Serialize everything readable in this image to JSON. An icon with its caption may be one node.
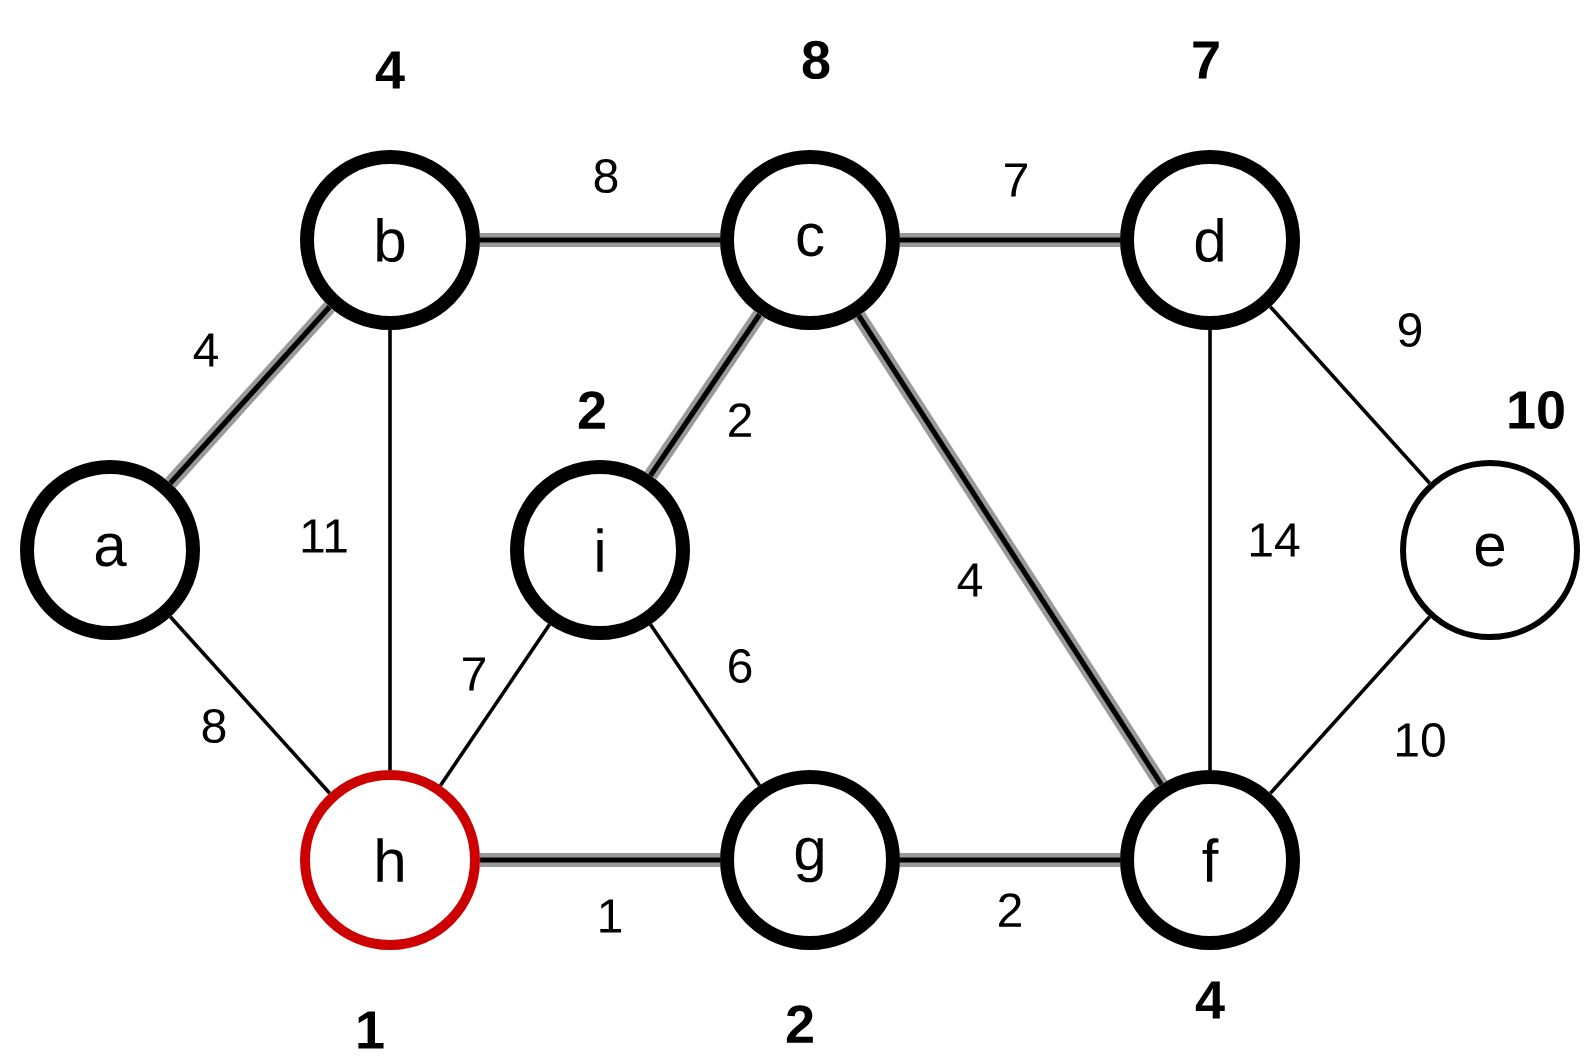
{
  "diagram": {
    "nodes": [
      {
        "text": [
          "a"
        ]
      },
      {
        "text": [
          "b"
        ],
        "beside": [
          "4"
        ]
      },
      {
        "text": [
          "c"
        ],
        "beside": [
          "8"
        ]
      },
      {
        "text": [
          "d"
        ],
        "beside": [
          "7"
        ]
      },
      {
        "text": [
          "i"
        ],
        "beside": [
          "2"
        ]
      },
      {
        "text": [
          "e"
        ],
        "beside": [
          "10"
        ]
      },
      {
        "text": [
          "h"
        ],
        "beside": [
          "1"
        ]
      },
      {
        "text": [
          "g"
        ],
        "beside": [
          "2"
        ]
      },
      {
        "text": [
          "f"
        ],
        "beside": [
          "4"
        ]
      }
    ],
    "edges": [
      {
        "from": 0,
        "to": 1,
        "arrow": "none",
        "label": "4",
        "style": "thick"
      },
      {
        "from": 1,
        "to": 2,
        "arrow": "none",
        "label": "8",
        "style": "thick"
      },
      {
        "from": 2,
        "to": 3,
        "arrow": "none",
        "label": "7",
        "style": "thick"
      },
      {
        "from": 2,
        "to": 4,
        "arrow": "none",
        "label": "2",
        "style": "thick"
      },
      {
        "from": 2,
        "to": 8,
        "arrow": "none",
        "label": "4",
        "style": "thick"
      },
      {
        "from": 3,
        "to": 5,
        "arrow": "none",
        "label": "9",
        "color": "#000000"
      },
      {
        "from": 1,
        "to": 6,
        "arrow": "none",
        "label": "11",
        "color": "#000000"
      },
      {
        "from": 3,
        "to": 8,
        "arrow": "none",
        "label": "14",
        "color": "#000000"
      },
      {
        "from": 0,
        "to": 6,
        "arrow": "none",
        "label": "8",
        "color": "#000000"
      },
      {
        "from": 4,
        "to": 6,
        "arrow": "none",
        "label": "7",
        "color": "#000000"
      },
      {
        "from": 4,
        "to": 7,
        "arrow": "none",
        "label": "6",
        "color": "#000000"
      },
      {
        "from": 5,
        "to": 8,
        "arrow": "none",
        "label": "10",
        "color": "#000000"
      },
      {
        "from": 6,
        "to": 7,
        "arrow": "none",
        "label": "1",
        "style": "thick"
      },
      {
        "from": 7,
        "to": 8,
        "arrow": "none",
        "label": "2",
        "style": "thick"
      }
    ]
  }
}
